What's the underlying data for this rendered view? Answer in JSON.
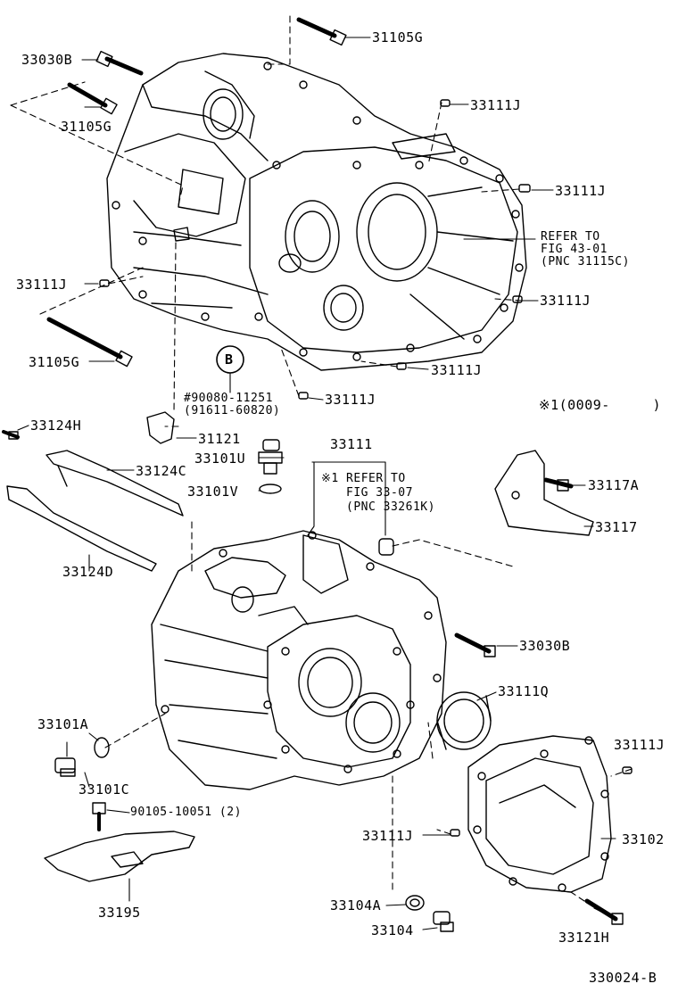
{
  "diagram_id": "330024-B",
  "callout_B": "B",
  "labels": {
    "p31105G_top": "31105G",
    "p33030B_top": "33030B",
    "p31105G_left": "31105G",
    "p33111J_1": "33111J",
    "p33111J_2": "33111J",
    "p33111J_3": "33111J",
    "p33111J_4": "33111J",
    "p33111J_5": "33111J",
    "p33111J_6": "33111J",
    "p33111J_7": "33111J",
    "p33111J_8": "33111J",
    "p31105G_bottom": "31105G",
    "p90080": "#90080-11251",
    "p91611": "(91611-60820)",
    "p31121": "31121",
    "p33124H": "33124H",
    "p33124C": "33124C",
    "p33124D": "33124D",
    "p33101U": "33101U",
    "p33101V": "33101V",
    "p33111": "33111",
    "p33117A": "33117A",
    "p33117": "33117",
    "p33030B_right": "33030B",
    "p33111Q": "33111Q",
    "p33101A": "33101A",
    "p33101C": "33101C",
    "p90105": "90105-10051 (2)",
    "p33195": "33195",
    "p33102": "33102",
    "p33104A": "33104A",
    "p33104": "33104",
    "p33121H": "33121H"
  },
  "notes": {
    "refer43_l1": "REFER TO",
    "refer43_l2": "FIG 43-01",
    "refer43_l3": "(PNC 31115C)",
    "note1": "※1(0009-     )",
    "refer33_l1": "※1 REFER TO",
    "refer33_l2": "FIG 33-07",
    "refer33_l3": "(PNC 33261K)"
  }
}
